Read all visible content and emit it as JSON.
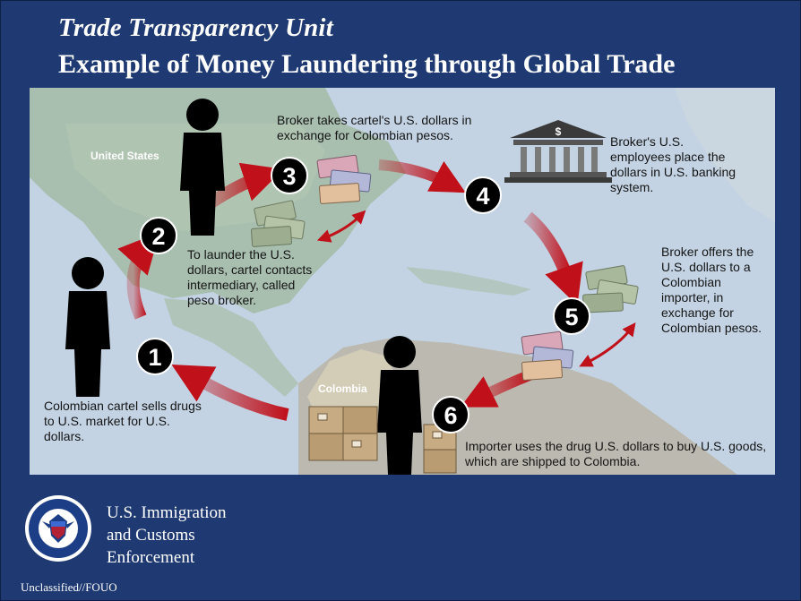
{
  "header": {
    "title": "Trade Transparency Unit",
    "subtitle": "Example of Money Laundering through Global Trade"
  },
  "map_labels": {
    "united_states": "United States",
    "colombia": "Colombia"
  },
  "steps": [
    {
      "number": "1",
      "text": "Colombian cartel sells drugs to U.S. market for U.S. dollars."
    },
    {
      "number": "2",
      "text": "To launder the U.S. dollars, cartel contacts intermediary, called peso broker."
    },
    {
      "number": "3",
      "text": "Broker takes cartel's U.S. dollars in exchange for Colombian pesos."
    },
    {
      "number": "4",
      "text": "Broker's U.S. employees place the dollars in U.S. banking system."
    },
    {
      "number": "5",
      "text": "Broker offers the U.S. dollars to a Colombian importer, in exchange for Colombian pesos."
    },
    {
      "number": "6",
      "text": "Importer uses the drug U.S. dollars to buy U.S. goods, which are shipped to Colombia."
    }
  ],
  "footer": {
    "agency_line1": "U.S. Immigration",
    "agency_line2": "and Customs",
    "agency_line3": "Enforcement",
    "classification": "Unclassified//FOUO"
  },
  "colors": {
    "frame_blue": "#1f3a72",
    "arrow_red": "#c0101a",
    "ocean": "#c3d3e3",
    "land": "#9fb79d"
  }
}
